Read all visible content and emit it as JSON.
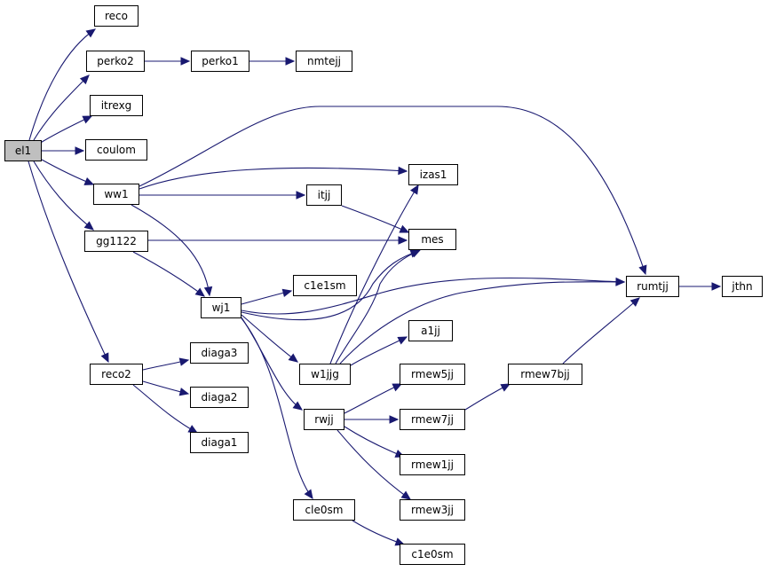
{
  "graph": {
    "edge_color": "#191970",
    "root_fill": "#bfbfbf",
    "nodes": {
      "el1": "el1",
      "reco": "reco",
      "perko2": "perko2",
      "perko1": "perko1",
      "nmtejj": "nmtejj",
      "itrexg": "itrexg",
      "coulom": "coulom",
      "ww1": "ww1",
      "gg1122": "gg1122",
      "reco2": "reco2",
      "izas1": "izas1",
      "itjj": "itjj",
      "mes": "mes",
      "wj1": "wj1",
      "c1e1sm": "c1e1sm",
      "rumtjj": "rumtjj",
      "jthn": "jthn",
      "a1jj": "a1jj",
      "w1jjg": "w1jjg",
      "rmew5jj": "rmew5jj",
      "rmew7bjj": "rmew7bjj",
      "rwjj": "rwjj",
      "rmew7jj": "rmew7jj",
      "rmew1jj": "rmew1jj",
      "rmew3jj": "rmew3jj",
      "cle0sm": "cle0sm",
      "c1e0sm": "c1e0sm",
      "diaga3": "diaga3",
      "diaga2": "diaga2",
      "diaga1": "diaga1"
    },
    "edges": [
      [
        "el1",
        "reco"
      ],
      [
        "el1",
        "perko2"
      ],
      [
        "el1",
        "itrexg"
      ],
      [
        "el1",
        "coulom"
      ],
      [
        "el1",
        "ww1"
      ],
      [
        "el1",
        "gg1122"
      ],
      [
        "el1",
        "reco2"
      ],
      [
        "perko2",
        "perko1"
      ],
      [
        "perko1",
        "nmtejj"
      ],
      [
        "ww1",
        "rumtjj"
      ],
      [
        "ww1",
        "izas1"
      ],
      [
        "ww1",
        "itjj"
      ],
      [
        "ww1",
        "wj1"
      ],
      [
        "itjj",
        "mes"
      ],
      [
        "gg1122",
        "mes"
      ],
      [
        "gg1122",
        "wj1"
      ],
      [
        "wj1",
        "c1e1sm"
      ],
      [
        "wj1",
        "mes"
      ],
      [
        "wj1",
        "rumtjj"
      ],
      [
        "wj1",
        "w1jjg"
      ],
      [
        "wj1",
        "rwjj"
      ],
      [
        "wj1",
        "cle0sm"
      ],
      [
        "w1jjg",
        "izas1"
      ],
      [
        "w1jjg",
        "mes"
      ],
      [
        "w1jjg",
        "rumtjj"
      ],
      [
        "w1jjg",
        "a1jj"
      ],
      [
        "rwjj",
        "rmew5jj"
      ],
      [
        "rwjj",
        "rmew7jj"
      ],
      [
        "rwjj",
        "rmew1jj"
      ],
      [
        "rwjj",
        "rmew3jj"
      ],
      [
        "rmew7jj",
        "rmew7bjj"
      ],
      [
        "rmew7bjj",
        "rumtjj"
      ],
      [
        "rumtjj",
        "jthn"
      ],
      [
        "cle0sm",
        "c1e0sm"
      ],
      [
        "reco2",
        "diaga3"
      ],
      [
        "reco2",
        "diaga2"
      ],
      [
        "reco2",
        "diaga1"
      ]
    ]
  }
}
